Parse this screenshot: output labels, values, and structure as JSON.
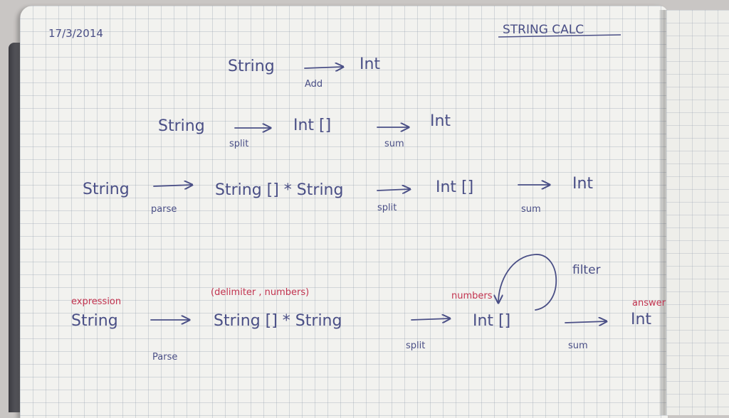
{
  "date": "17/3/2014",
  "title": "STRING CALC",
  "row1": {
    "from": "String",
    "op": "Add",
    "to": "Int"
  },
  "row2": {
    "from": "String",
    "op1": "split",
    "mid": "Int []",
    "op2": "sum",
    "to": "Int"
  },
  "row3": {
    "from": "String",
    "op1": "parse",
    "mid1": "String [] * String",
    "op2": "split",
    "mid2": "Int []",
    "op3": "sum",
    "to": "Int"
  },
  "row4": {
    "from": "String",
    "from_note": "expression",
    "op1": "Parse",
    "mid1": "String [] * String",
    "mid1_note": "(delimiter , numbers)",
    "op2": "split",
    "mid2": "Int []",
    "mid2_note": "numbers",
    "loop_label": "filter",
    "op3": "sum",
    "to": "Int",
    "to_note": "answer"
  },
  "colors": {
    "ink_blue": "#4a4f86",
    "ink_red": "#c2334f",
    "paper": "#f2f2ef"
  }
}
